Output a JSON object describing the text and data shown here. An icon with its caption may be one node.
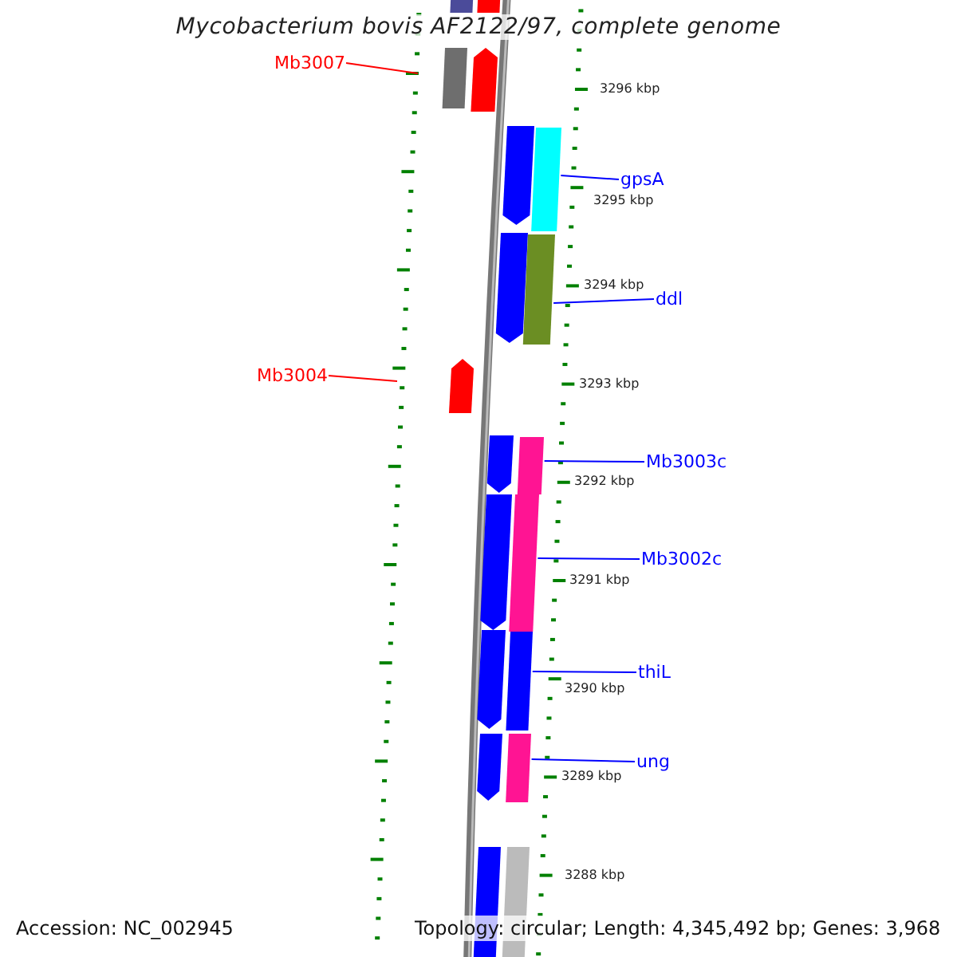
{
  "diagram": {
    "title": "Mycobacterium bovis AF2122/97, complete genome",
    "nodes": [
      {
        "text": [
          "Mb3007"
        ]
      },
      {
        "text": [
          "gpsA"
        ]
      },
      {
        "text": [
          "ddl"
        ]
      },
      {
        "text": [
          "Mb3004"
        ]
      },
      {
        "text": [
          "Mb3003c"
        ]
      },
      {
        "text": [
          "Mb3002c"
        ]
      },
      {
        "text": [
          "thiL"
        ]
      },
      {
        "text": [
          "ung"
        ]
      },
      {
        "text": [],
        "shape": "bar"
      },
      {
        "text": [],
        "shape": "bar"
      },
      {
        "text": [],
        "shape": "bar"
      },
      {
        "text": [],
        "shape": "bar"
      },
      {
        "text": [],
        "shape": "bar"
      },
      {
        "text": [],
        "shape": "bar"
      },
      {
        "text": [],
        "shape": "bar"
      },
      {
        "text": [],
        "shape": "bar"
      },
      {
        "text": [],
        "shape": "bar"
      },
      {
        "text": [],
        "shape": "bar"
      },
      {
        "text": [],
        "shape": "bar"
      },
      {
        "text": [],
        "shape": "bar"
      },
      {
        "text": [],
        "shape": "bar"
      },
      {
        "text": [],
        "shape": "bar"
      },
      {
        "text": [],
        "shape": "bar"
      },
      {
        "text": [],
        "shape": "bar"
      },
      {
        "text": [],
        "shape": "bar"
      },
      {
        "text": [],
        "shape": "bar"
      },
      {
        "text": [],
        "shape": "bar"
      }
    ],
    "edges": [
      {
        "from": 0,
        "to": null,
        "arrow": "none",
        "color": "#ff0000"
      },
      {
        "from": 1,
        "to": 13,
        "arrow": "none"
      },
      {
        "from": 2,
        "to": 15,
        "arrow": "none"
      },
      {
        "from": 3,
        "to": null,
        "arrow": "none",
        "color": "#ff0000"
      },
      {
        "from": 4,
        "to": 18,
        "arrow": "none"
      },
      {
        "from": 5,
        "to": 20,
        "arrow": "none"
      },
      {
        "from": 6,
        "to": 22,
        "arrow": "none"
      },
      {
        "from": 7,
        "to": 24,
        "arrow": "none"
      }
    ],
    "labels": [
      "3296 kbp",
      "3295 kbp",
      "3294 kbp",
      "3293 kbp",
      "3292 kbp",
      "3291 kbp",
      "3290 kbp",
      "3289 kbp",
      "3288 kbp",
      "Accession: NC_002945",
      "Topology: circular; Length: 4,345,492 bp; Genes: 3,968"
    ]
  }
}
